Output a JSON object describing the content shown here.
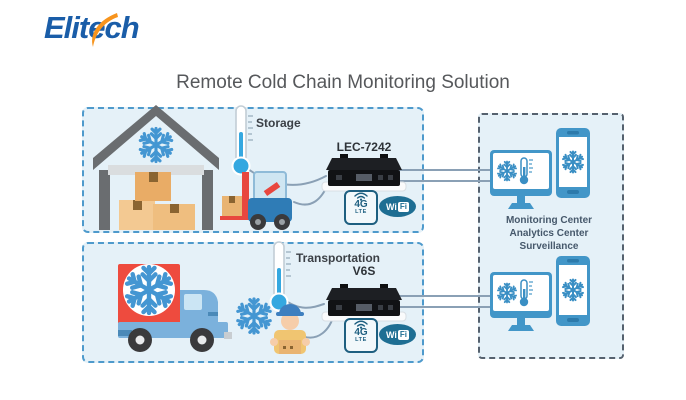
{
  "brand": {
    "name": "Elitech"
  },
  "header": {
    "title": "Remote Cold Chain Monitoring Solution"
  },
  "storage": {
    "label": "Storage",
    "device": "LEC-7242",
    "badge_4g": {
      "top": "4G",
      "bottom": "LTE"
    },
    "badge_wifi": {
      "wi": "Wi",
      "fi": "Fi"
    }
  },
  "transportation": {
    "label": "Transportation",
    "device": "V6S",
    "badge_4g": {
      "top": "4G",
      "bottom": "LTE"
    },
    "badge_wifi": {
      "wi": "Wi",
      "fi": "Fi"
    }
  },
  "monitoring_center": {
    "line1": "Monitoring Center",
    "line2": "Analytics Center",
    "line3": "Surveillance"
  },
  "colors": {
    "brand_blue": "#1A5DA8",
    "brand_orange": "#F7941D",
    "zone_background": "#E5F1F8",
    "left_zone_border": "#4E9ACC",
    "right_zone_border": "#55616E",
    "snowflake_blue": "#4496D2",
    "accent_blue": "#4296C8",
    "device_black": "#111215",
    "badge_teal": "#1E6E93",
    "connector_gray": "#8AA0B5",
    "cargo_red": "#EE4B3E",
    "box_tan": "#EFC08A"
  }
}
